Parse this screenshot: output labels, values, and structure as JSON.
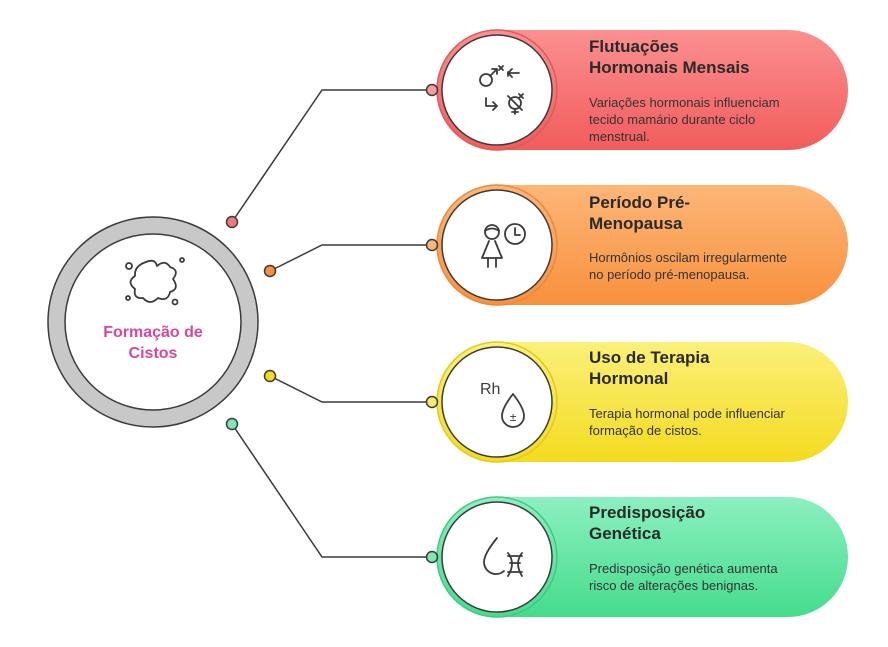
{
  "center": {
    "label": "Formação de\nCistos",
    "icon": "splash-icon",
    "ring_color": "#bdbdbd",
    "text_color": "#d9479d"
  },
  "cards": [
    {
      "title": "Flutuações\nHormonais Mensais",
      "description": "Variações hormonais influenciam tecido mamário durante ciclo menstrual.",
      "icon": "gender-cycle-icon",
      "color": "#f76a6a",
      "dot_color": "#e06666"
    },
    {
      "title": "Período Pré-\nMenopausa",
      "description": "Hormônios oscilam irregularmente no período pré-menopausa.",
      "icon": "woman-clock-icon",
      "color": "#fb9a4a",
      "dot_color": "#ea8a3c"
    },
    {
      "title": "Uso de Terapia\nHormonal",
      "description": "Terapia hormonal pode influenciar formação de cistos.",
      "icon": "rh-drop-icon",
      "color": "#f7e33a",
      "dot_color": "#e6cf17"
    },
    {
      "title": "Predisposição\nGenética",
      "description": "Predisposição genética aumenta risco de alterações benignas.",
      "icon": "drop-dna-icon",
      "color": "#5fe2a0",
      "dot_color": "#3fcf86"
    }
  ]
}
